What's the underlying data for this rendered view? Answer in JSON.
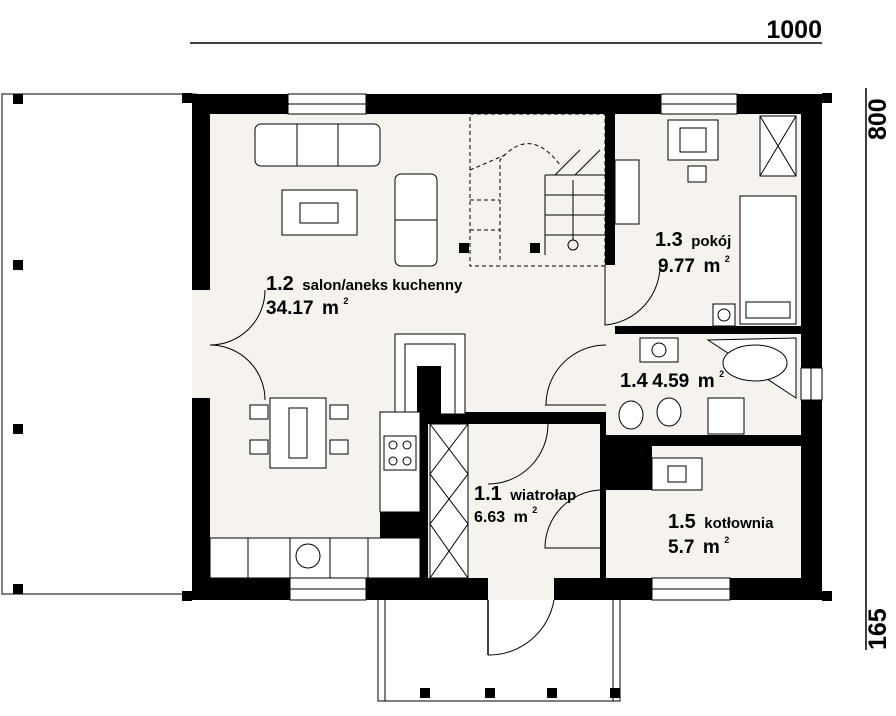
{
  "dimensions": {
    "width_label": "1000",
    "depth_label": "800",
    "porch_label": "165"
  },
  "rooms": [
    {
      "number": "1.2",
      "name": "salon/aneks kuchenny",
      "area": "34.17",
      "unit": "m",
      "sup": "2"
    },
    {
      "number": "1.3",
      "name": "pokój",
      "area": "9.77",
      "unit": "m",
      "sup": "2"
    },
    {
      "number": "1.4",
      "name": "",
      "area": "4.59",
      "unit": "m",
      "sup": "2"
    },
    {
      "number": "1.1",
      "name": "wiatrołap",
      "area": "6.63",
      "unit": "m",
      "sup": "2"
    },
    {
      "number": "1.5",
      "name": "kotłownia",
      "area": "5.7",
      "unit": "m",
      "sup": "2"
    }
  ],
  "colors": {
    "wall": "#000000",
    "floor": "#f6f3ee",
    "background": "#ffffff"
  }
}
